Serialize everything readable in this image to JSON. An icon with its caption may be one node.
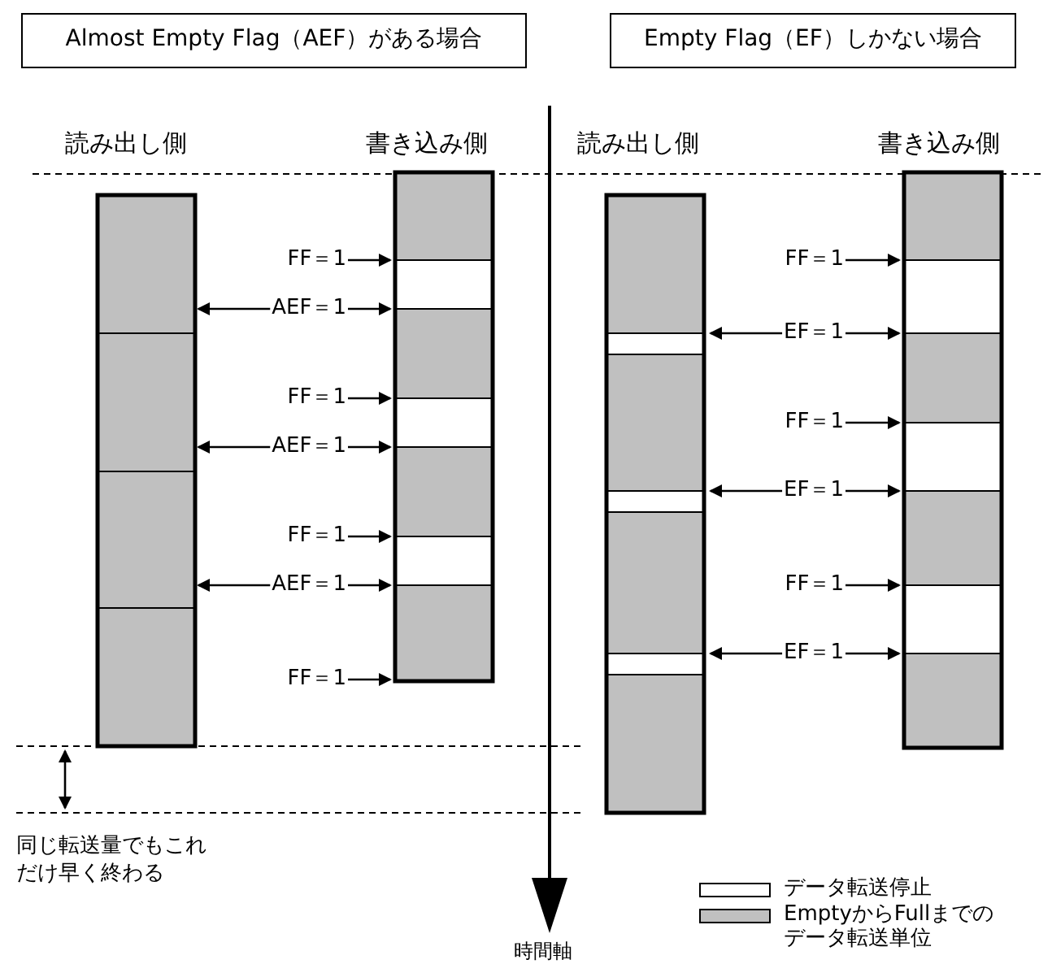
{
  "diagram": {
    "nodes": [
      {
        "text": [
          "Almost Empty Flag（AEF）がある場合"
        ]
      },
      {
        "text": [
          "Empty Flag（EF）しかない場合"
        ]
      }
    ],
    "edges": [],
    "labels": [
      "読み出し側",
      "書き込み側",
      "読み出し側",
      "書き込み側",
      "FF＝1",
      "AEF＝1",
      "FF＝1",
      "AEF＝1",
      "FF＝1",
      "AEF＝1",
      "FF＝1",
      "FF＝1",
      "EF＝1",
      "FF＝1",
      "EF＝1",
      "FF＝1",
      "EF＝1",
      "同じ転送量でもこれだけ早く終わる",
      "時間軸"
    ],
    "legend": [
      {
        "text": "データ転送停止",
        "color": "#ffffff"
      },
      {
        "text": "EmptyからFullまでのデータ転送単位",
        "color": "#c0c0c0"
      }
    ]
  }
}
